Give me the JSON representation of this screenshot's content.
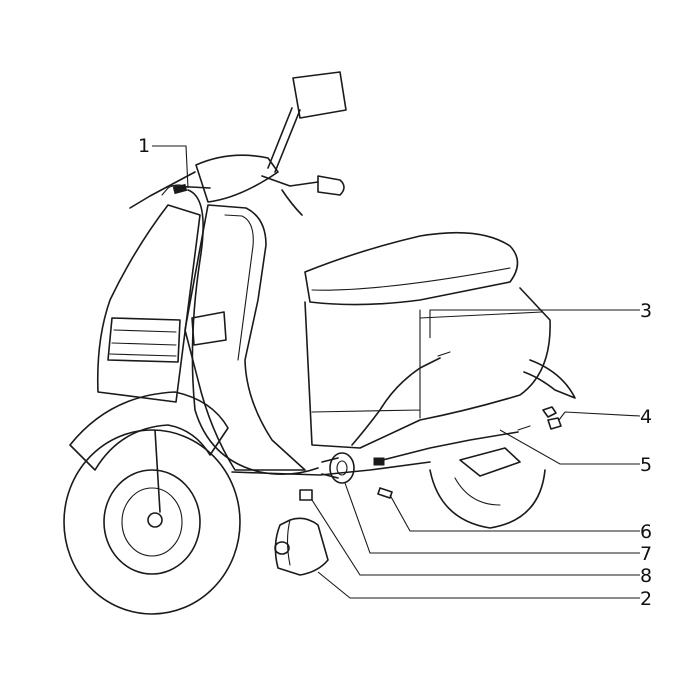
{
  "callouts": [
    {
      "id": "1",
      "text": "1"
    },
    {
      "id": "2",
      "text": "2"
    },
    {
      "id": "3",
      "text": "3"
    },
    {
      "id": "4",
      "text": "4"
    },
    {
      "id": "5",
      "text": "5"
    },
    {
      "id": "6",
      "text": "6"
    },
    {
      "id": "7",
      "text": "7"
    },
    {
      "id": "8",
      "text": "8"
    }
  ],
  "colors": {
    "ink": "#1a1a1a",
    "background": "#ffffff"
  }
}
